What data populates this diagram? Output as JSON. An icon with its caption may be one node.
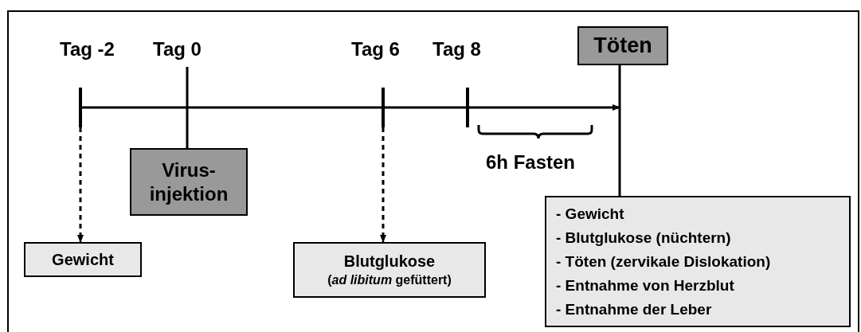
{
  "diagram": {
    "nodes": [
      {
        "text": [
          "Töten"
        ]
      },
      {
        "text": [
          "Virus- injektion"
        ]
      },
      {
        "text": [
          "Gewicht"
        ]
      },
      {
        "text": [
          "Blutglukose",
          "(*ad libitum* gefüttert)"
        ]
      },
      {
        "text": [
          "- Gewicht",
          "- Blutglukose (nüchtern)",
          "- Töten (zervikale Dislokation)",
          "- Entnahme von Herzblut",
          "- Entnahme der Leber"
        ]
      },
      {
        "text": [],
        "shape": "bar"
      },
      {
        "text": [],
        "shape": "bar"
      },
      {
        "text": [],
        "shape": "bar"
      }
    ],
    "edges": [
      {
        "from": 5,
        "to": null,
        "arrow": "to"
      },
      {
        "from": null,
        "to": 1,
        "arrow": "none"
      },
      {
        "from": 5,
        "to": 2,
        "arrow": "to",
        "style": "dashed"
      },
      {
        "from": 6,
        "to": 3,
        "arrow": "to",
        "style": "dashed"
      },
      {
        "from": 0,
        "to": 4,
        "arrow": "none"
      }
    ],
    "labels": [
      "Tag -2",
      "Tag 0",
      "Tag 6",
      "Tag 8",
      "6h Fasten"
    ]
  }
}
